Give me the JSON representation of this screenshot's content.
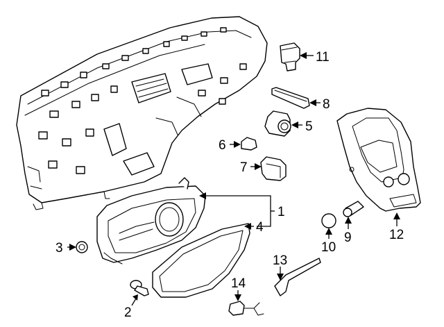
{
  "diagram": {
    "callouts": [
      {
        "id": "c1",
        "label": "1"
      },
      {
        "id": "c2",
        "label": "2"
      },
      {
        "id": "c3",
        "label": "3"
      },
      {
        "id": "c4",
        "label": "4"
      },
      {
        "id": "c5",
        "label": "5"
      },
      {
        "id": "c6",
        "label": "6"
      },
      {
        "id": "c7",
        "label": "7"
      },
      {
        "id": "c8",
        "label": "8"
      },
      {
        "id": "c9",
        "label": "9"
      },
      {
        "id": "c10",
        "label": "10"
      },
      {
        "id": "c11",
        "label": "11"
      },
      {
        "id": "c12",
        "label": "12"
      },
      {
        "id": "c13",
        "label": "13"
      },
      {
        "id": "c14",
        "label": "14"
      }
    ],
    "colors": {
      "line": "#000000",
      "background": "#ffffff"
    }
  }
}
